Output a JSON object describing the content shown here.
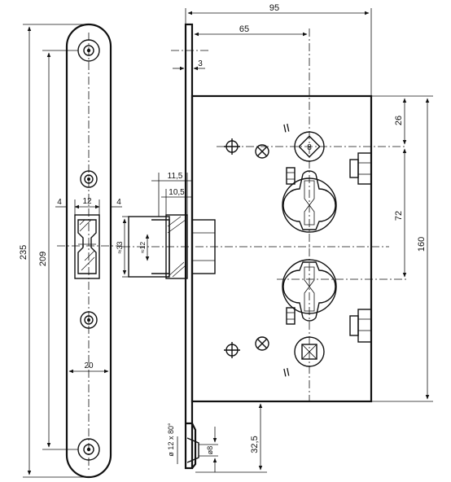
{
  "dimensions": {
    "strike_height": "235",
    "strike_holes": "209",
    "strike_width": "20",
    "strike_left_margin": "4",
    "strike_latch_width": "12",
    "strike_right_margin": "4",
    "body_width": "95",
    "backset": "65",
    "faceplate_thickness": "3",
    "latch_outer": "11,5",
    "latch_inner": "10,5",
    "latch_height": "≈33",
    "latch_inner_height": "≈12",
    "top_spindle": "26",
    "cylinder_spacing": "72",
    "body_height": "160",
    "bottom_offset": "32,5",
    "screw_hole": "ø 12 x 80°",
    "screw_shaft": "ø8",
    "square_label": "8",
    "roman_top": "II",
    "roman_bottom": "II"
  }
}
